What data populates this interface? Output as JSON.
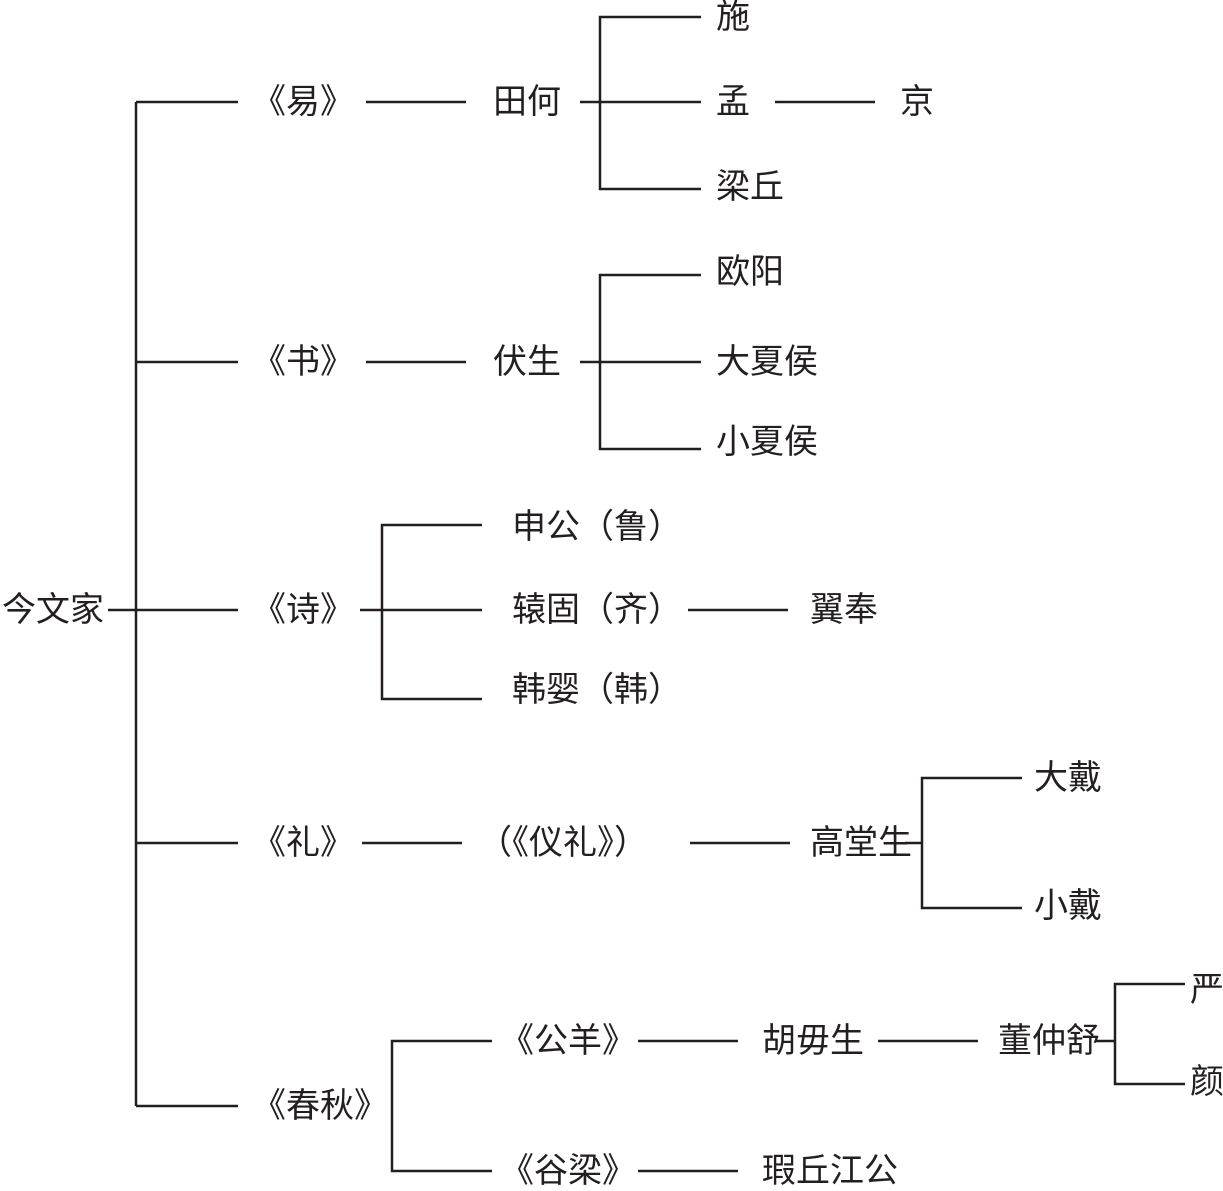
{
  "diagram": {
    "line_color": "#231f20",
    "root": "今文家",
    "classics": {
      "yi": {
        "label": "《易》",
        "teacher": "田何",
        "students": [
          "施",
          "孟",
          "梁丘"
        ],
        "meng_successor": "京"
      },
      "shu": {
        "label": "《书》",
        "teacher": "伏生",
        "students": [
          "欧阳",
          "大夏侯",
          "小夏侯"
        ]
      },
      "shi": {
        "label": "《诗》",
        "schools": [
          "申公（鲁）",
          "辕固（齐）",
          "韩婴（韩）"
        ],
        "yuangu_successor": "翼奉"
      },
      "li": {
        "label": "《礼》",
        "text": "（《仪礼》）",
        "teacher": "高堂生",
        "students": [
          "大戴",
          "小戴"
        ]
      },
      "chunqiu": {
        "label": "《春秋》",
        "gongyang": {
          "label": "《公羊》",
          "teacher": "胡毋生",
          "successor": "董仲舒",
          "students": [
            "严",
            "颜"
          ]
        },
        "guliang": {
          "label": "《谷梁》",
          "teacher": "瑕丘江公"
        }
      }
    }
  }
}
